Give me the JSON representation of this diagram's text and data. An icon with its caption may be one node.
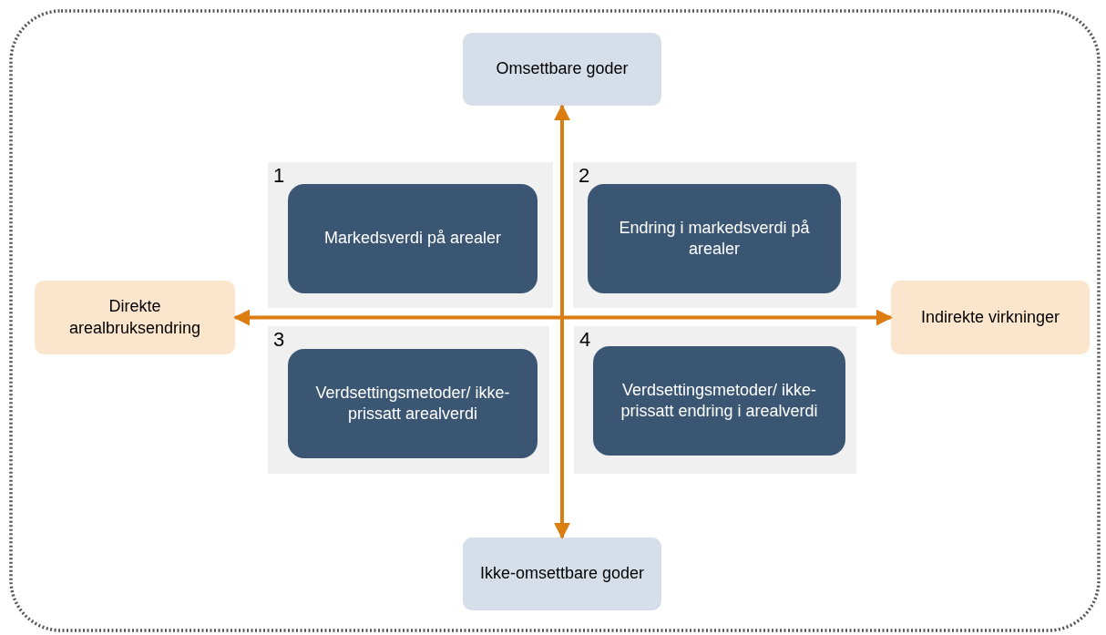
{
  "diagram": {
    "nodes": [
      {
        "text": [
          "Omsettbare goder"
        ]
      },
      {
        "text": [
          "1"
        ]
      },
      {
        "text": [
          "Markedsverdi på arealer"
        ],
        "in": 1
      },
      {
        "text": [
          "2"
        ]
      },
      {
        "text": [
          "Endring i markedsverdi på arealer"
        ],
        "in": 3
      },
      {
        "text": [
          "Direkte arealbruksendring"
        ]
      },
      {
        "text": [
          "Indirekte virkninger"
        ]
      },
      {
        "text": [
          "3"
        ]
      },
      {
        "text": [
          "Verdsettingsmetoder/ ikke-prissatt arealverdi"
        ],
        "in": 7
      },
      {
        "text": [
          "4"
        ]
      },
      {
        "text": [
          "Verdsettingsmetoder/ ikke-prissatt endring i arealverdi"
        ],
        "in": 9
      },
      {
        "text": [
          "Ikke-omsettbare goder"
        ]
      }
    ],
    "edges": [
      {
        "from": 11,
        "to": 0,
        "arrow": "both"
      },
      {
        "from": 5,
        "to": 6,
        "arrow": "both"
      }
    ]
  }
}
